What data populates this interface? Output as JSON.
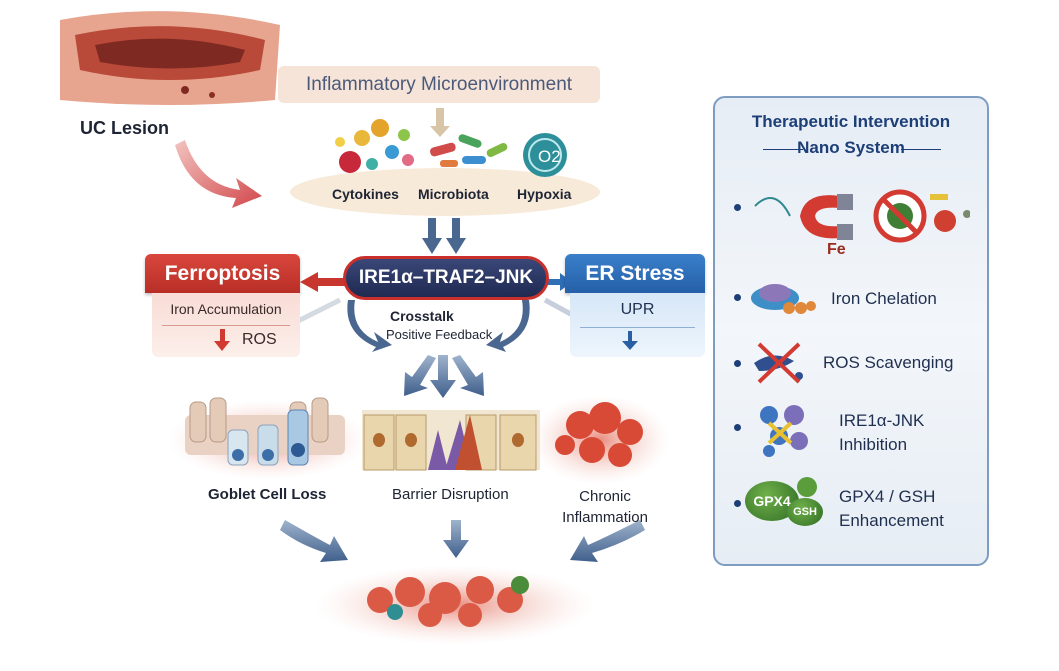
{
  "lesion": {
    "label": "UC Lesion"
  },
  "microenvironment": {
    "title": "Inflammatory Microenvironment",
    "factors": [
      "Cytokines",
      "Microbiota",
      "Hypoxia"
    ],
    "hypoxia_icon_text": "O2"
  },
  "pathway": {
    "center": "IRE1α–TRAF2–JNK",
    "crosstalk": "Crosstalk",
    "feedback": "Positive Feedback"
  },
  "ferroptosis": {
    "title": "Ferroptosis",
    "line1": "Iron Accumulation",
    "line2": "ROS",
    "color": "#c8372e"
  },
  "er_stress": {
    "title": "ER Stress",
    "line1": "UPR",
    "color": "#2f6fb8"
  },
  "outcomes": [
    "Goblet Cell Loss",
    "Barrier Disruption",
    "Chronic Inflammation"
  ],
  "therapy": {
    "title": "Therapeutic Intervention",
    "subtitle": "Nano System",
    "fe_label": "Fe",
    "items": [
      {
        "line1": "Iron Chelation",
        "line2": ""
      },
      {
        "line1": "ROS Scavenging",
        "line2": ""
      },
      {
        "line1": "IRE1α-JNK",
        "line2": "Inhibition"
      },
      {
        "line1": "GPX4 / GSH",
        "line2": "Enhancement"
      }
    ],
    "gpx4_badge": "GPX4",
    "gsh_badge": "GSH",
    "accent": "#1d3f78"
  }
}
